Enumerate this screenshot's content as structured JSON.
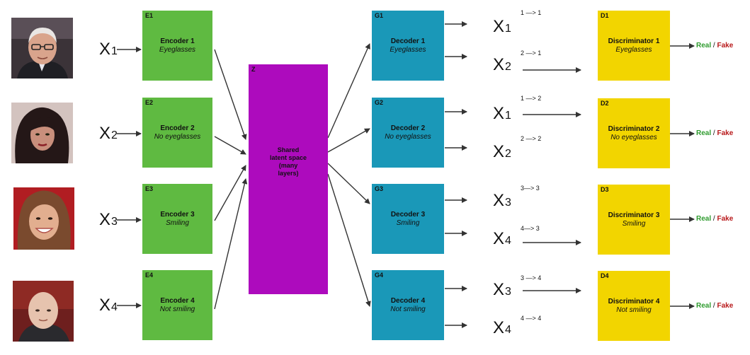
{
  "inputs": [
    {
      "symbol": "X",
      "index": "1"
    },
    {
      "symbol": "X",
      "index": "2"
    },
    {
      "symbol": "X",
      "index": "3"
    },
    {
      "symbol": "X",
      "index": "4"
    }
  ],
  "encoders": [
    {
      "id": "E1",
      "name": "Encoder 1",
      "attribute": "Eyeglasses"
    },
    {
      "id": "E2",
      "name": "Encoder 2",
      "attribute": "No eyeglasses"
    },
    {
      "id": "E3",
      "name": "Encoder 3",
      "attribute": "Smiling"
    },
    {
      "id": "E4",
      "name": "Encoder 4",
      "attribute": "Not smiling"
    }
  ],
  "latent": {
    "id": "Z",
    "line1": "Shared",
    "line2": "latent space",
    "line3": "(many",
    "line4": "layers)"
  },
  "decoders": [
    {
      "id": "G1",
      "name": "Decoder 1",
      "attribute": "Eyeglasses"
    },
    {
      "id": "G2",
      "name": "Decoder 2",
      "attribute": "No eyeglasses"
    },
    {
      "id": "G3",
      "name": "Decoder 3",
      "attribute": "Smiling"
    },
    {
      "id": "G4",
      "name": "Decoder 4",
      "attribute": "Not smiling"
    }
  ],
  "generated": [
    {
      "symbol": "X",
      "index": "1"
    },
    {
      "symbol": "X",
      "index": "2"
    },
    {
      "symbol": "X",
      "index": "1"
    },
    {
      "symbol": "X",
      "index": "2"
    },
    {
      "symbol": "X",
      "index": "3"
    },
    {
      "symbol": "X",
      "index": "4"
    },
    {
      "symbol": "X",
      "index": "3"
    },
    {
      "symbol": "X",
      "index": "4"
    }
  ],
  "mappings": [
    "1 —> 1",
    "2 —> 1",
    "1 —> 2",
    "2 —> 2",
    "3—> 3",
    "4—> 3",
    "3 —> 4",
    "4 —> 4"
  ],
  "discriminators": [
    {
      "id": "D1",
      "name": "Discriminator 1",
      "attribute": "Eyeglasses"
    },
    {
      "id": "D2",
      "name": "Discriminator 2",
      "attribute": "No eyeglasses"
    },
    {
      "id": "D3",
      "name": "Discriminator 3",
      "attribute": "Smiling"
    },
    {
      "id": "D4",
      "name": "Discriminator 4",
      "attribute": "Not smiling"
    }
  ],
  "outputs": {
    "real": "Real",
    "separator": "/",
    "fake": "Fake"
  },
  "colors": {
    "encoder": "#5fba41",
    "latent": "#ad0bbd",
    "decoder": "#1a98b8",
    "discriminator": "#f2d500",
    "real": "#2e9b2e",
    "fake": "#b8181a"
  },
  "icons": [
    "face-photo-man-eyeglasses-icon",
    "face-photo-woman-dark-hair-icon",
    "face-photo-woman-smiling-icon",
    "face-photo-man-bald-icon"
  ]
}
